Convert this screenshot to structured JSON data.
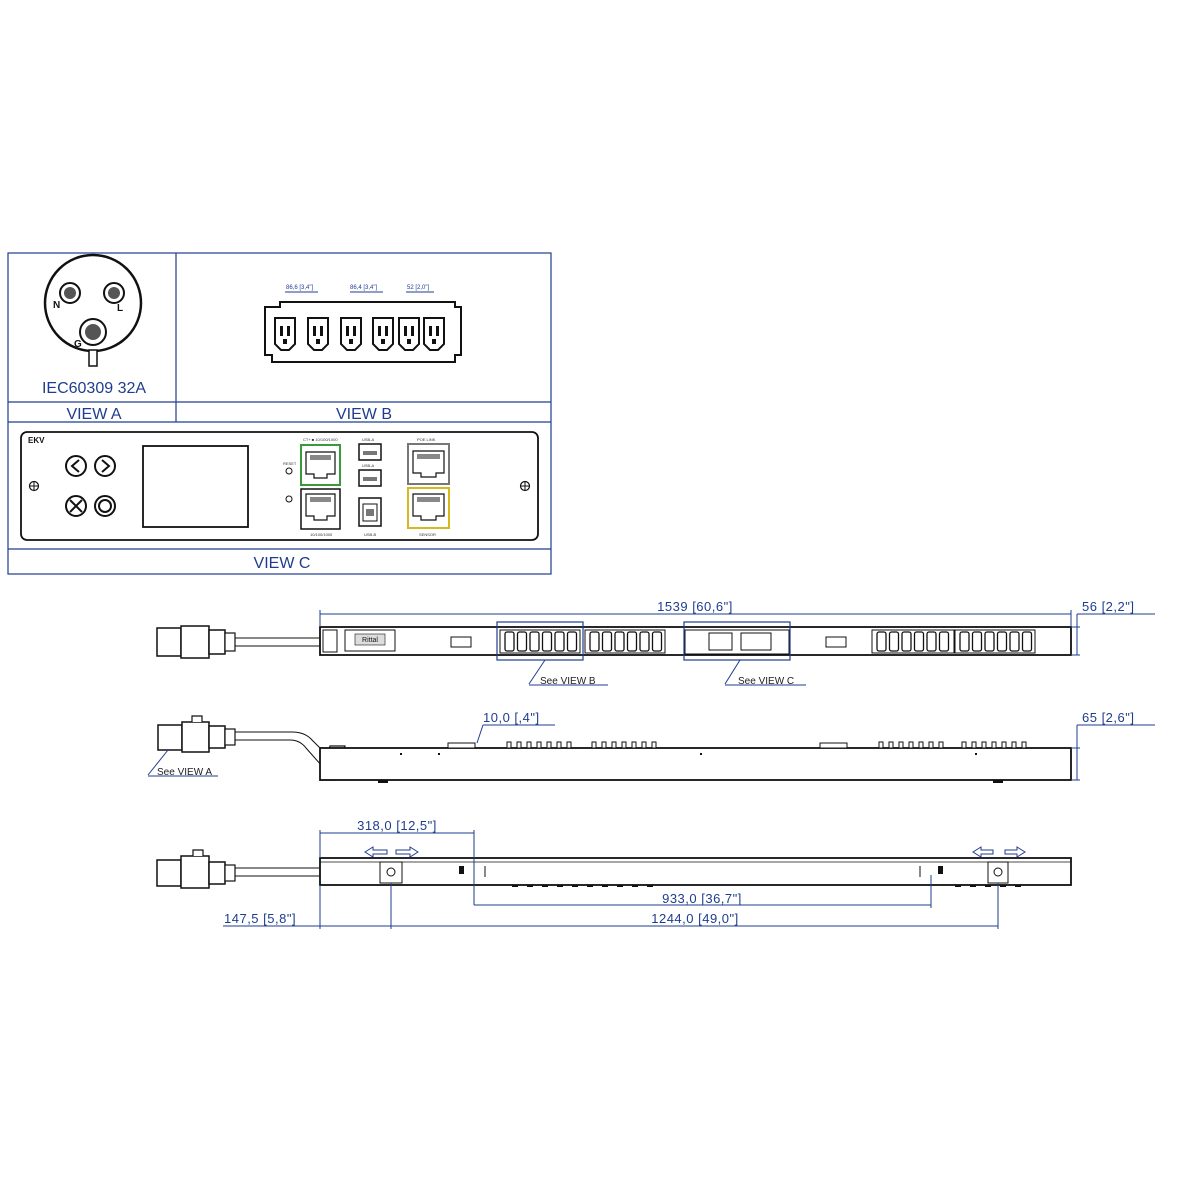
{
  "views": {
    "view_a_label": "VIEW A",
    "view_b_label": "VIEW B",
    "view_c_label": "VIEW C",
    "plug_type": "IEC60309 32A",
    "pin_n": "N",
    "pin_l": "L",
    "pin_g": "G"
  },
  "view_b": {
    "dim_1": "86,6 [3,4\"]",
    "dim_2": "86,4 [3,4\"]",
    "dim_3": "52 [2,0\"]"
  },
  "view_c": {
    "logo": "EKV",
    "reset_label": "RESET",
    "port_1": "CT+ ■ 10/100/1000",
    "port_2": "10/100/1000",
    "usb_a1": "USB-A",
    "usb_a2": "USB-A",
    "usb_b": "USB-B",
    "poe_label": "POE LINK",
    "sensor_label": "SENSOR"
  },
  "front": {
    "length_dim": "1539  [60,6\"]",
    "width_dim": "56  [2,2\"]",
    "brand": "Rittal",
    "callout_b": "See VIEW B",
    "callout_c": "See VIEW C"
  },
  "side": {
    "bump_dim": "10,0  [,4\"]",
    "depth_dim": "65  [2,6\"]",
    "callout_a": "See VIEW A"
  },
  "back": {
    "dim_318": "318,0  [12,5\"]",
    "dim_933": "933,0  [36,7\"]",
    "dim_1244": "1244,0  [49,0\"]",
    "dim_147": "147,5  [5,8\"]"
  }
}
